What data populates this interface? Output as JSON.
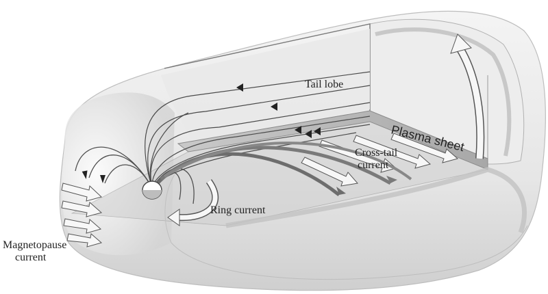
{
  "diagram": {
    "labels": {
      "tail_lobe": "Tail lobe",
      "plasma_sheet": "Plasma sheet",
      "cross_tail_line1": "Cross-tail",
      "cross_tail_line2": "current",
      "ring_current": "Ring current",
      "magnetopause_line1": "Magnetopause",
      "magnetopause_line2": "current"
    },
    "colors": {
      "background": "#ffffff",
      "shell_light": "#f1f1f1",
      "shell_mid": "#dcdcdc",
      "shell_dark": "#a9a9a9",
      "plasma_sheet": "#b9b9b9",
      "field_line": "#555555",
      "arrow_fill": "#f7f7f7",
      "arrow_dark": "#6d6d6d"
    }
  }
}
